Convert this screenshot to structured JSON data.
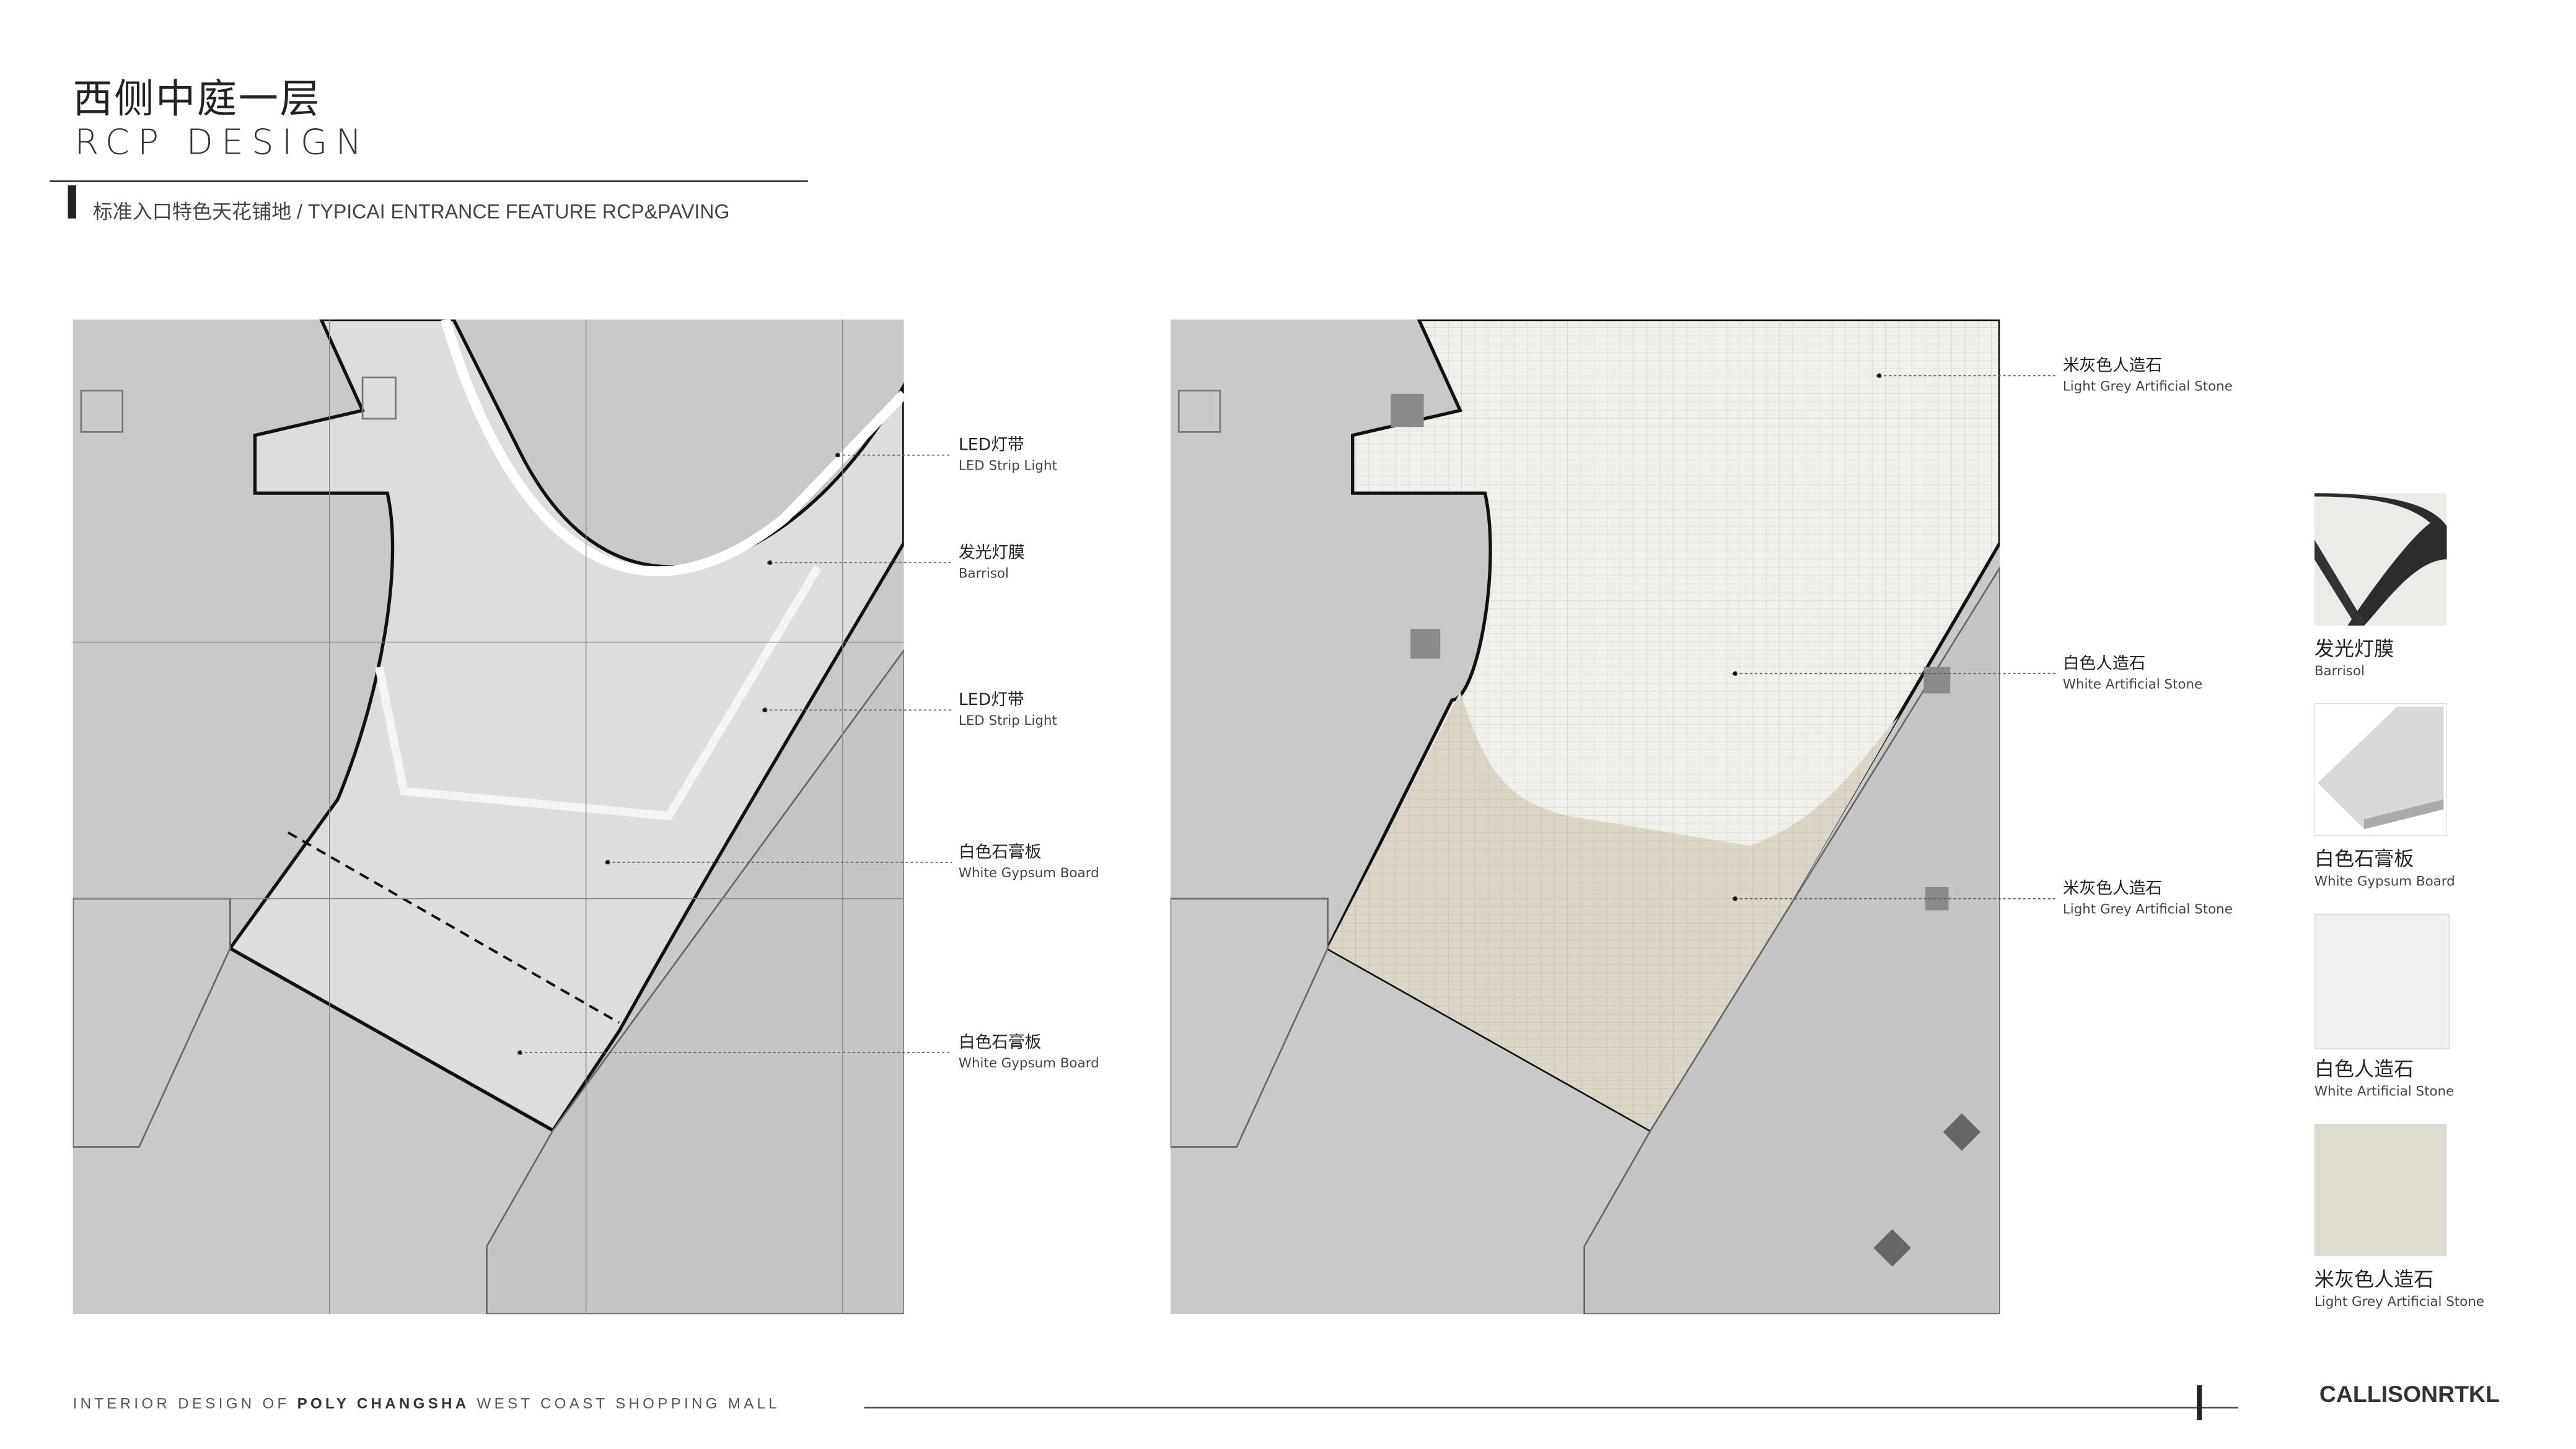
{
  "header": {
    "title_cn": "西侧中庭一层",
    "title_en": "RCP DESIGN",
    "subtitle": "标准入口特色天花铺地 / TYPICAI ENTRANCE FEATURE RCP&PAVING"
  },
  "rcp_labels": [
    {
      "cn": "LED灯带",
      "en": "LED Strip Light"
    },
    {
      "cn": "发光灯膜",
      "en": "Barrisol"
    },
    {
      "cn": "LED灯带",
      "en": "LED Strip Light"
    },
    {
      "cn": "白色石膏板",
      "en": "White Gypsum Board"
    },
    {
      "cn": "白色石膏板",
      "en": "White Gypsum Board"
    }
  ],
  "paving_labels": [
    {
      "cn": "米灰色人造石",
      "en": "Light Grey Artificial Stone"
    },
    {
      "cn": "白色人造石",
      "en": "White Artificial Stone"
    },
    {
      "cn": "米灰色人造石",
      "en": "Light Grey Artificial Stone"
    }
  ],
  "materials": [
    {
      "cn": "发光灯膜",
      "en": "Barrisol"
    },
    {
      "cn": "白色石膏板",
      "en": "White Gypsum Board"
    },
    {
      "cn": "白色人造石",
      "en": "White Artificial Stone"
    },
    {
      "cn": "米灰色人造石",
      "en": "Light Grey Artificial Stone"
    }
  ],
  "footer": {
    "prefix": "INTERIOR DESIGN OF ",
    "project": "POLY CHANGSHA",
    "suffix": " WEST COAST SHOPPING MALL",
    "brand": "CALLISONRTKL"
  }
}
